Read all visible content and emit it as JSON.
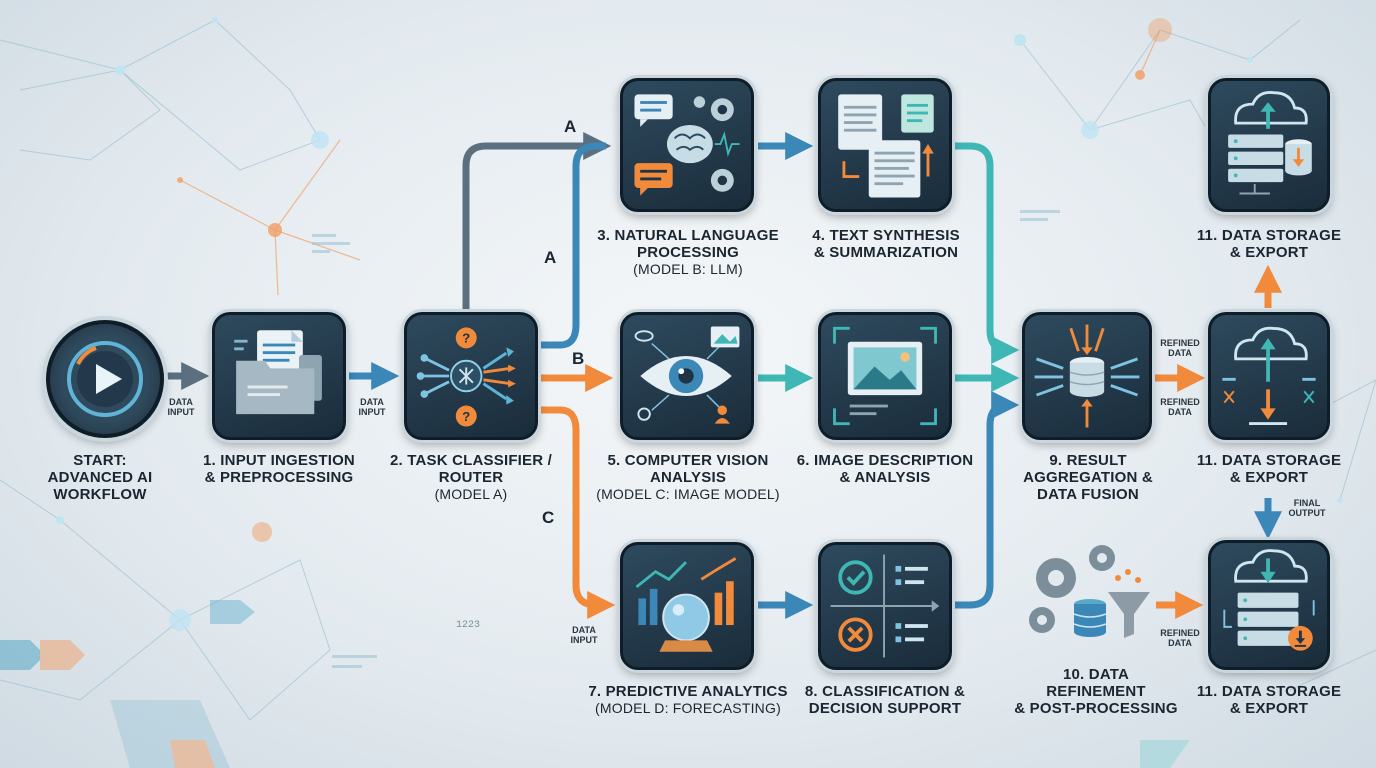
{
  "start": {
    "line1": "START:",
    "line2": "ADVANCED AI",
    "line3": "WORKFLOW"
  },
  "edge_labels": {
    "data_input_1": [
      "DATA",
      "INPUT"
    ],
    "data_input_2": [
      "DATA",
      "INPUT"
    ],
    "data_input_3": [
      "DATA",
      "INPUT"
    ],
    "refined_1": [
      "REFINED",
      "DATA"
    ],
    "refined_2": [
      "REFINED",
      "DATA"
    ],
    "refined_3": [
      "REFINED",
      "DATA"
    ],
    "final_output": [
      "FINAL",
      "OUTPUT"
    ],
    "branch_a_top": "A",
    "branch_a_mid": "A",
    "branch_b": "B",
    "branch_c": "C"
  },
  "nodes": {
    "n1": {
      "line1": "1. INPUT INGESTION",
      "line2": "& PREPROCESSING"
    },
    "n2": {
      "line1": "2. TASK CLASSIFIER /",
      "line2": "ROUTER",
      "sub": "(MODEL A)"
    },
    "n3": {
      "line1": "3. NATURAL LANGUAGE",
      "line2": "PROCESSING",
      "sub": "(MODEL B: LLM)"
    },
    "n4": {
      "line1": "4. TEXT SYNTHESIS",
      "line2": "& SUMMARIZATION"
    },
    "n5": {
      "line1": "5. COMPUTER VISION",
      "line2": "ANALYSIS",
      "sub": "(MODEL C: IMAGE MODEL)"
    },
    "n6": {
      "line1": "6. IMAGE DESCRIPTION",
      "line2": "& ANALYSIS"
    },
    "n7": {
      "line1": "7. PREDICTIVE ANALYTICS",
      "sub": "(MODEL D: FORECASTING)"
    },
    "n8": {
      "line1": "8. CLASSIFICATION &",
      "line2": "DECISION SUPPORT"
    },
    "n9": {
      "line1": "9. RESULT",
      "line2": "AGGREGATION &",
      "line3": "DATA FUSION"
    },
    "n10": {
      "line1": "10. DATA",
      "line2": "REFINEMENT",
      "line3": "& POST-PROCESSING"
    },
    "n11a": {
      "line1": "11. DATA STORAGE",
      "line2": "& EXPORT"
    },
    "n11b": {
      "line1": "11. DATA STORAGE",
      "line2": "& EXPORT"
    },
    "n11c": {
      "line1": "11. DATA STORAGE",
      "line2": "& EXPORT"
    }
  },
  "decor": {
    "code_text": "1223"
  },
  "colors": {
    "blue": "#3b87b8",
    "teal": "#3fb7b5",
    "orange": "#f28a3c",
    "slate": "#5c6f7e",
    "tile": "#1f3445"
  }
}
